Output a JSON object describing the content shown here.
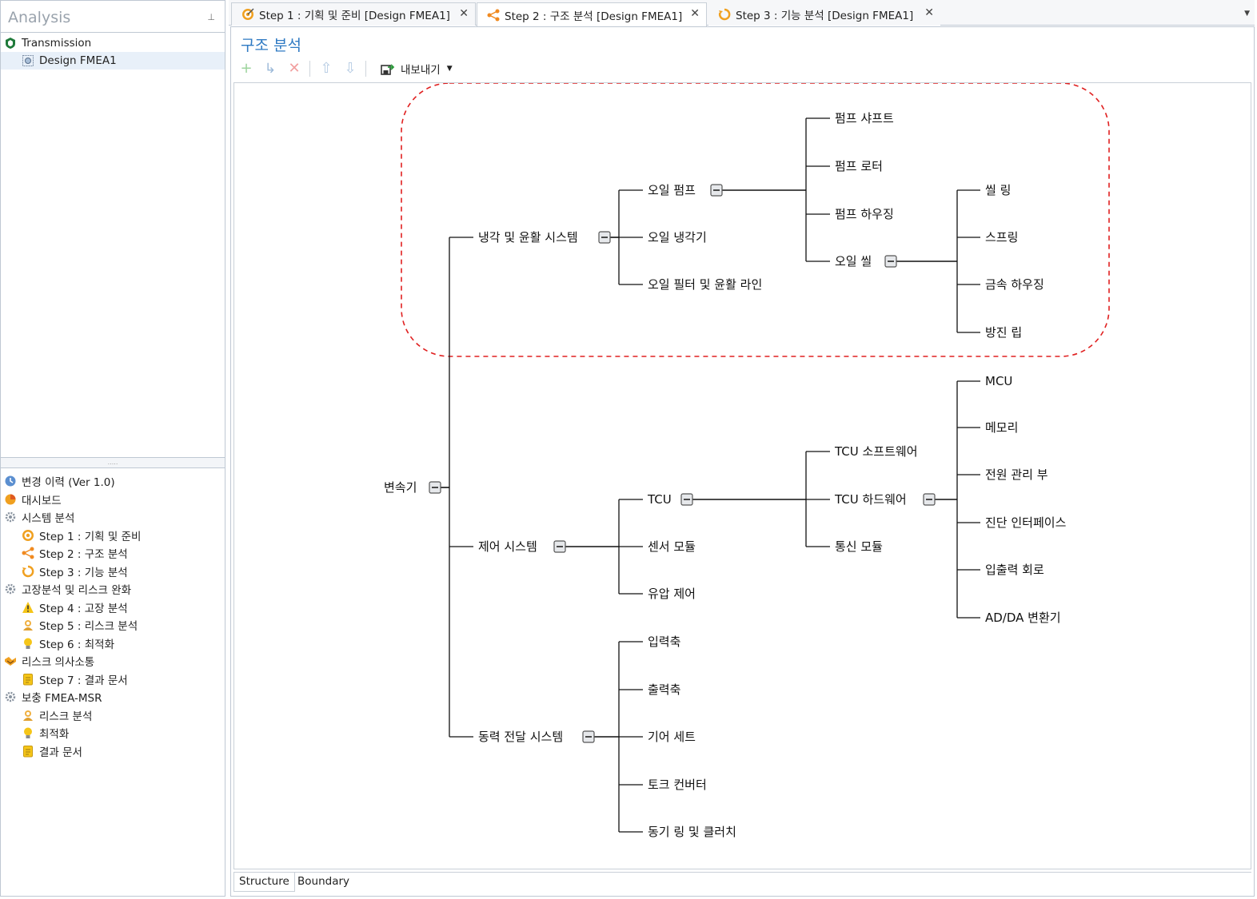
{
  "left_panel": {
    "title": "Analysis",
    "pin_glyph": "⊥",
    "tree": [
      {
        "label": "Transmission",
        "icon": "shield-icon",
        "color": "#1f7a3a"
      },
      {
        "label": "Design FMEA1",
        "icon": "document-target-icon",
        "color": "#5a6f8a",
        "selected": true
      }
    ],
    "nav": [
      {
        "label": "변경 이력 (Ver 1.0)",
        "icon": "history-icon",
        "indent": 0
      },
      {
        "label": "대시보드",
        "icon": "pie-chart-icon",
        "indent": 0
      },
      {
        "label": "시스템 분석",
        "icon": "gear-icon",
        "indent": 0
      },
      {
        "label": "Step 1 : 기획 및 준비",
        "icon": "target-icon",
        "indent": 1
      },
      {
        "label": "Step 2 : 구조 분석",
        "icon": "share-icon",
        "indent": 1
      },
      {
        "label": "Step 3 : 기능 분석",
        "icon": "cycle-icon",
        "indent": 1
      },
      {
        "label": "고장분석 및 리스크 완화",
        "icon": "gear-icon",
        "indent": 0
      },
      {
        "label": "Step 4 : 고장 분석",
        "icon": "warning-icon",
        "indent": 1
      },
      {
        "label": "Step 5 : 리스크 분석",
        "icon": "risk-person-icon",
        "indent": 1
      },
      {
        "label": "Step 6 : 최적화",
        "icon": "lightbulb-icon",
        "indent": 1
      },
      {
        "label": "리스크 의사소통",
        "icon": "handshake-icon",
        "indent": 0
      },
      {
        "label": "Step 7 : 결과 문서",
        "icon": "notepad-icon",
        "indent": 1
      },
      {
        "label": "보충 FMEA-MSR",
        "icon": "gear-icon",
        "indent": 0
      },
      {
        "label": "리스크 분석",
        "icon": "risk-person-icon",
        "indent": 1
      },
      {
        "label": "최적화",
        "icon": "lightbulb-icon",
        "indent": 1
      },
      {
        "label": "결과 문서",
        "icon": "notepad-icon",
        "indent": 1
      }
    ]
  },
  "tabs": [
    {
      "label": "Step 1 : 기획 및 준비 [Design FMEA1]",
      "icon": "target-icon",
      "active": false
    },
    {
      "label": "Step 2 : 구조 분석 [Design FMEA1]",
      "icon": "share-icon",
      "active": true
    },
    {
      "label": "Step 3 : 기능 분석 [Design FMEA1]",
      "icon": "cycle-icon",
      "active": false
    }
  ],
  "content": {
    "title": "구조 분석",
    "toolbar": {
      "add_icon": "plus-icon",
      "indent_icon": "arrow-return-icon",
      "delete_icon": "close-icon",
      "up_icon": "arrow-up-icon",
      "down_icon": "arrow-down-icon",
      "export_label": "내보내기",
      "export_icon": "export-icon"
    },
    "bottom_tabs": [
      "Structure",
      "Boundary"
    ]
  },
  "structure_tree": {
    "root": "변속기",
    "highlight_color": "#e02020",
    "nodes": {
      "cool": "냉각 및 윤활 시스템",
      "ctrl": "제어 시스템",
      "power": "동력 전달 시스템",
      "oilpump": "오일 펌프",
      "oilcooler": "오일 냉각기",
      "oilfilter": "오일 필터 및 윤활 라인",
      "pumpshaft": "펌프 샤프트",
      "pumprotor": "펌프 로터",
      "pumphousing": "펌프 하우징",
      "oilseal": "오일 씰",
      "sealring": "씰 링",
      "spring": "스프링",
      "metalhousing": "금속 하우징",
      "dustlip": "방진 립",
      "tcu": "TCU",
      "sensor": "센서 모듈",
      "hydraulic": "유압 제어",
      "tcusw": "TCU 소프트웨어",
      "tcuhw": "TCU 하드웨어",
      "comm": "통신 모듈",
      "mcu": "MCU",
      "memory": "메모리",
      "powermgmt": "전원 관리 부",
      "diag": "진단 인터페이스",
      "io": "입출력 회로",
      "adda": "AD/DA 변환기",
      "input": "입력축",
      "output": "출력축",
      "gearset": "기어 세트",
      "torque": "토크 컨버터",
      "sync": "동기 링 및 클러치"
    }
  }
}
